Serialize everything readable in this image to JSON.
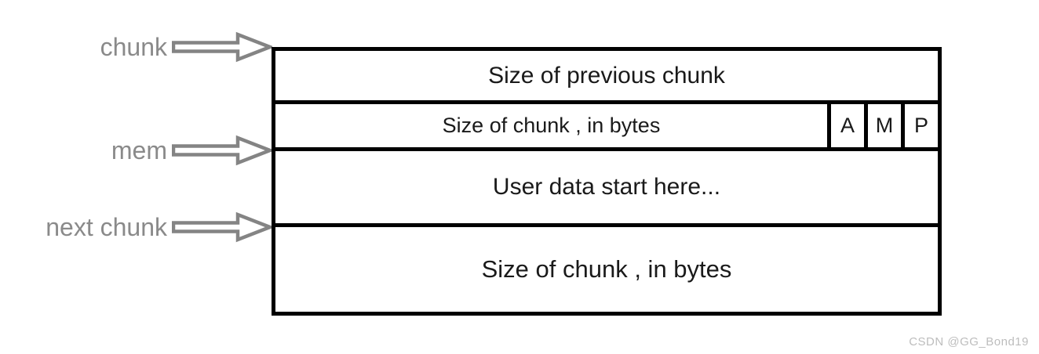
{
  "diagram": {
    "pointers": [
      {
        "label": "chunk"
      },
      {
        "label": "mem"
      },
      {
        "label": "next chunk"
      }
    ],
    "rows": {
      "prev_size": "Size of previous chunk",
      "size": "Size of chunk , in bytes",
      "flags": [
        "A",
        "M",
        "P"
      ],
      "user_data": "User data start here...",
      "next_size": "Size of chunk , in bytes"
    },
    "colors": {
      "border": "#000000",
      "pointer_gray": "#848484",
      "text": "#1a1a1a",
      "watermark": "#bdbdbd"
    }
  },
  "watermark": "CSDN @GG_Bond19"
}
